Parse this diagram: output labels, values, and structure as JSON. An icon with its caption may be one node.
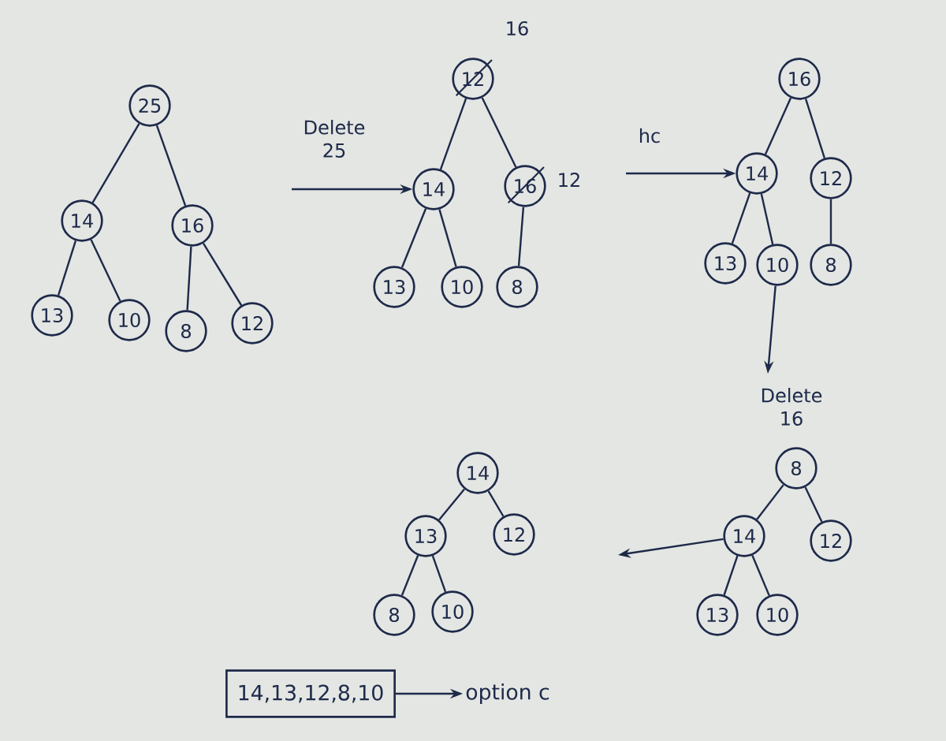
{
  "diagram": {
    "nodes": [
      {
        "text": [
          "25"
        ]
      },
      {
        "text": [
          "14"
        ]
      },
      {
        "text": [
          "16"
        ]
      },
      {
        "text": [
          "13"
        ]
      },
      {
        "text": [
          "10"
        ]
      },
      {
        "text": [
          "8"
        ]
      },
      {
        "text": [
          "12"
        ]
      },
      {
        "text": [
          "12"
        ],
        "beside": [
          "16"
        ]
      },
      {
        "text": [
          "14"
        ]
      },
      {
        "text": [
          "16"
        ],
        "beside": [
          "12"
        ]
      },
      {
        "text": [
          "13"
        ]
      },
      {
        "text": [
          "10"
        ]
      },
      {
        "text": [
          "8"
        ]
      },
      {
        "text": [
          "16"
        ]
      },
      {
        "text": [
          "14"
        ]
      },
      {
        "text": [
          "12"
        ]
      },
      {
        "text": [
          "13"
        ]
      },
      {
        "text": [
          "10"
        ]
      },
      {
        "text": [
          "8"
        ]
      },
      {
        "text": [
          "8"
        ]
      },
      {
        "text": [
          "14"
        ]
      },
      {
        "text": [
          "12"
        ]
      },
      {
        "text": [
          "13"
        ]
      },
      {
        "text": [
          "10"
        ]
      },
      {
        "text": [
          "14"
        ]
      },
      {
        "text": [
          "13"
        ]
      },
      {
        "text": [
          "12"
        ]
      },
      {
        "text": [
          "8"
        ]
      },
      {
        "text": [
          "10"
        ]
      },
      {
        "text": [
          "14,13,12,8,10"
        ]
      },
      {
        "text": [
          "option c"
        ]
      }
    ],
    "edges": [
      {
        "from": 0,
        "to": 1,
        "arrow": "none"
      },
      {
        "from": 0,
        "to": 2,
        "arrow": "none"
      },
      {
        "from": 1,
        "to": 3,
        "arrow": "none"
      },
      {
        "from": 1,
        "to": 4,
        "arrow": "none"
      },
      {
        "from": 2,
        "to": 5,
        "arrow": "none"
      },
      {
        "from": 2,
        "to": 6,
        "arrow": "none"
      },
      {
        "from": 7,
        "to": 8,
        "arrow": "none"
      },
      {
        "from": 7,
        "to": 9,
        "arrow": "none"
      },
      {
        "from": 8,
        "to": 10,
        "arrow": "none"
      },
      {
        "from": 8,
        "to": 11,
        "arrow": "none"
      },
      {
        "from": 9,
        "to": 12,
        "arrow": "none"
      },
      {
        "from": 13,
        "to": 14,
        "arrow": "none"
      },
      {
        "from": 13,
        "to": 15,
        "arrow": "none"
      },
      {
        "from": 14,
        "to": 16,
        "arrow": "none"
      },
      {
        "from": 14,
        "to": 17,
        "arrow": "none"
      },
      {
        "from": 15,
        "to": 18,
        "arrow": "none"
      },
      {
        "from": 19,
        "to": 20,
        "arrow": "none"
      },
      {
        "from": 19,
        "to": 21,
        "arrow": "none"
      },
      {
        "from": 20,
        "to": 22,
        "arrow": "none"
      },
      {
        "from": 20,
        "to": 23,
        "arrow": "none"
      },
      {
        "from": 24,
        "to": 25,
        "arrow": "none"
      },
      {
        "from": 24,
        "to": 26,
        "arrow": "none"
      },
      {
        "from": 25,
        "to": 27,
        "arrow": "none"
      },
      {
        "from": 25,
        "to": 28,
        "arrow": "none"
      },
      {
        "from": null,
        "to": 8,
        "arrow": "to",
        "label": "Delete 25"
      },
      {
        "from": null,
        "to": 14,
        "arrow": "to",
        "label": "hc"
      },
      {
        "from": 17,
        "to": null,
        "arrow": "to",
        "label": "Delete 16"
      },
      {
        "from": 20,
        "to": null,
        "arrow": "to"
      },
      {
        "from": 29,
        "to": 30,
        "arrow": "to"
      }
    ]
  }
}
